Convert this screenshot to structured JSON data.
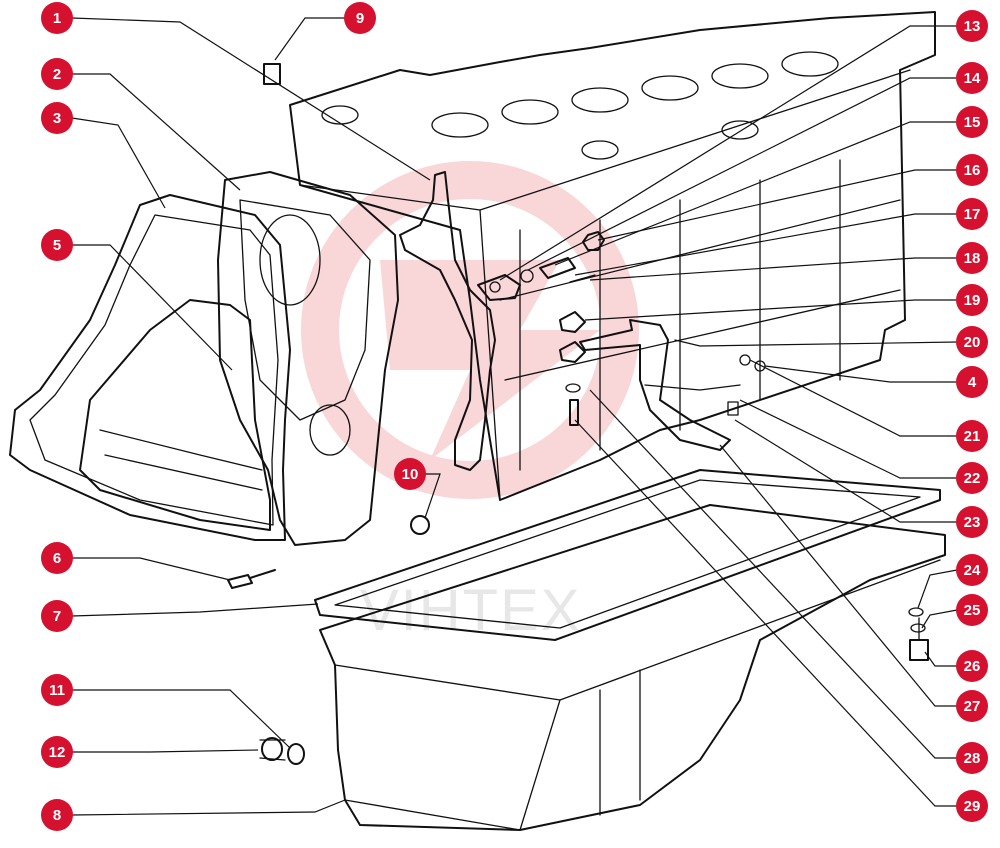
{
  "diagram": {
    "callout_color": "#d6102f",
    "watermark": "VIHTEX",
    "callouts": [
      {
        "id": "1",
        "label": "1"
      },
      {
        "id": "2",
        "label": "2"
      },
      {
        "id": "3",
        "label": "3"
      },
      {
        "id": "4",
        "label": "4"
      },
      {
        "id": "5",
        "label": "5"
      },
      {
        "id": "6",
        "label": "6"
      },
      {
        "id": "7",
        "label": "7"
      },
      {
        "id": "8",
        "label": "8"
      },
      {
        "id": "9",
        "label": "9"
      },
      {
        "id": "10",
        "label": "10"
      },
      {
        "id": "11",
        "label": "11"
      },
      {
        "id": "12",
        "label": "12"
      },
      {
        "id": "13",
        "label": "13"
      },
      {
        "id": "14",
        "label": "14"
      },
      {
        "id": "15",
        "label": "15"
      },
      {
        "id": "16",
        "label": "16"
      },
      {
        "id": "17",
        "label": "17"
      },
      {
        "id": "18",
        "label": "18"
      },
      {
        "id": "19",
        "label": "19"
      },
      {
        "id": "20",
        "label": "20"
      },
      {
        "id": "21",
        "label": "21"
      },
      {
        "id": "22",
        "label": "22"
      },
      {
        "id": "23",
        "label": "23"
      },
      {
        "id": "24",
        "label": "24"
      },
      {
        "id": "25",
        "label": "25"
      },
      {
        "id": "26",
        "label": "26"
      },
      {
        "id": "27",
        "label": "27"
      },
      {
        "id": "28",
        "label": "28"
      },
      {
        "id": "29",
        "label": "29"
      }
    ]
  }
}
